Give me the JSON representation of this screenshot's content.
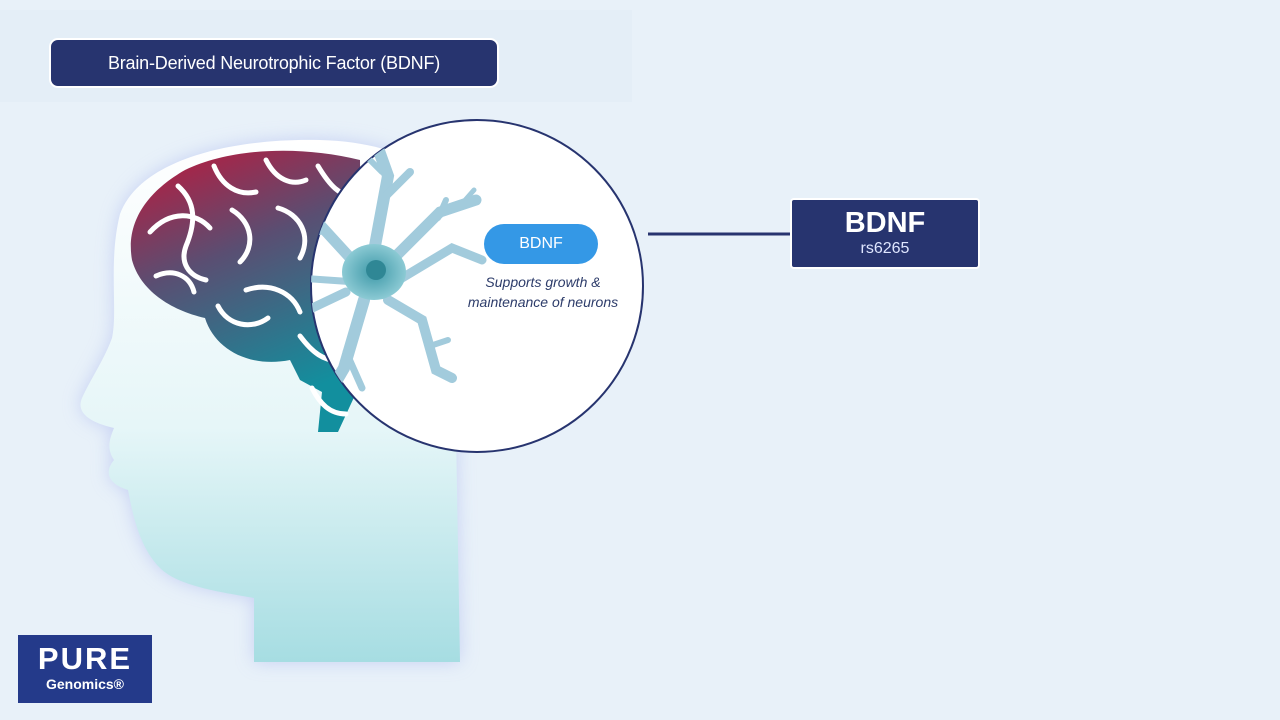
{
  "title": "Brain-Derived Neurotrophic Factor (BDNF)",
  "zoom_circle": {
    "pill_label": "BDNF",
    "description_line1": "Supports growth &",
    "description_line2": "maintenance of neurons"
  },
  "gene_box": {
    "name": "BDNF",
    "id": "rs6265"
  },
  "logo": {
    "word": "PURE",
    "sub": "Genomics®"
  },
  "colors": {
    "background": "#e8f1f9",
    "navy": "#27346f",
    "pill_blue": "#3498e6",
    "brain_red": "#b3203e",
    "brain_teal": "#1e8e9b",
    "logo_blue": "#243a8a"
  },
  "icons": [
    "head-silhouette-icon",
    "brain-icon",
    "neuron-icon"
  ]
}
